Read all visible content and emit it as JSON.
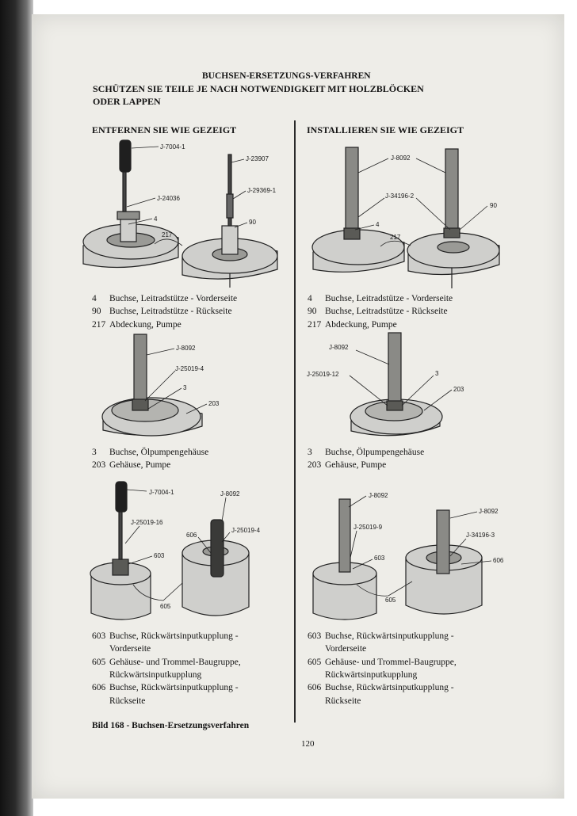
{
  "header": {
    "title": "BUCHSEN-ERSETZUNGS-VERFAHREN",
    "subtitle_line1": "SCHÜTZEN SIE TEILE JE NACH NOTWENDIGKEIT MIT HOLZBLÖCKEN",
    "subtitle_line2": "ODER LAPPEN"
  },
  "columns": {
    "left_heading": "ENTFERNEN SIE WIE GEZEIGT",
    "right_heading": "INSTALLIEREN SIE WIE GEZEIGT"
  },
  "figures": {
    "f1": {
      "t1": "J-7004-1",
      "t2": "J-24036",
      "t3": "4",
      "t4": "J-23907",
      "t5": "J-29369-1",
      "t6": "90",
      "t7": "217"
    },
    "f2": {
      "t1": "J-8092",
      "t2": "J-34196-2",
      "t3": "4",
      "t4": "90",
      "t5": "217"
    },
    "f3": {
      "t1": "J-8092",
      "t2": "J-25019-4",
      "t3": "3",
      "t4": "203"
    },
    "f4": {
      "t1": "J-8092",
      "t2": "J-25019-12",
      "t3": "3",
      "t4": "203"
    },
    "f5": {
      "t1": "J-7004-1",
      "t2": "J-25019-16",
      "t3": "606",
      "t4": "603",
      "t5": "605",
      "t6": "J-8092",
      "t7": "J-25019-4"
    },
    "f6": {
      "t1": "J-8092",
      "t2": "J-25019-9",
      "t3": "603",
      "t4": "605",
      "t5": "J-8092",
      "t6": "J-34196-3",
      "t7": "606"
    }
  },
  "legends": {
    "left1": [
      {
        "num": "4",
        "text": "Buchse, Leitradstütze - Vorderseite"
      },
      {
        "num": "90",
        "text": "Buchse, Leitradstütze - Rückseite"
      },
      {
        "num": "217",
        "text": "Abdeckung, Pumpe"
      }
    ],
    "right1": [
      {
        "num": "4",
        "text": "Buchse, Leitradstütze - Vorderseite"
      },
      {
        "num": "90",
        "text": "Buchse, Leitradstütze - Rückseite"
      },
      {
        "num": "217",
        "text": "Abdeckung, Pumpe"
      }
    ],
    "left2": [
      {
        "num": "3",
        "text": "Buchse, Ölpumpengehäuse"
      },
      {
        "num": "203",
        "text": "Gehäuse, Pumpe"
      }
    ],
    "right2": [
      {
        "num": "3",
        "text": "Buchse, Ölpumpengehäuse"
      },
      {
        "num": "203",
        "text": "Gehäuse, Pumpe"
      }
    ],
    "left3": [
      {
        "num": "603",
        "text": "Buchse, Rückwärtsinputkupplung -\nVorderseite"
      },
      {
        "num": "605",
        "text": "Gehäuse- und Trommel-Baugruppe,\nRückwärtsinputkupplung"
      },
      {
        "num": "606",
        "text": "Buchse, Rückwärtsinputkupplung -\nRückseite"
      }
    ],
    "right3": [
      {
        "num": "603",
        "text": "Buchse, Rückwärtsinputkupplung -\nVorderseite"
      },
      {
        "num": "605",
        "text": "Gehäuse- und Trommel-Baugruppe,\nRückwärtsinputkupplung"
      },
      {
        "num": "606",
        "text": "Buchse, Rückwärtsinputkupplung -\nRückseite"
      }
    ]
  },
  "footer": {
    "figure_caption": "Bild 168 - Buchsen-Ersetzungsverfahren",
    "page_number": "120"
  }
}
